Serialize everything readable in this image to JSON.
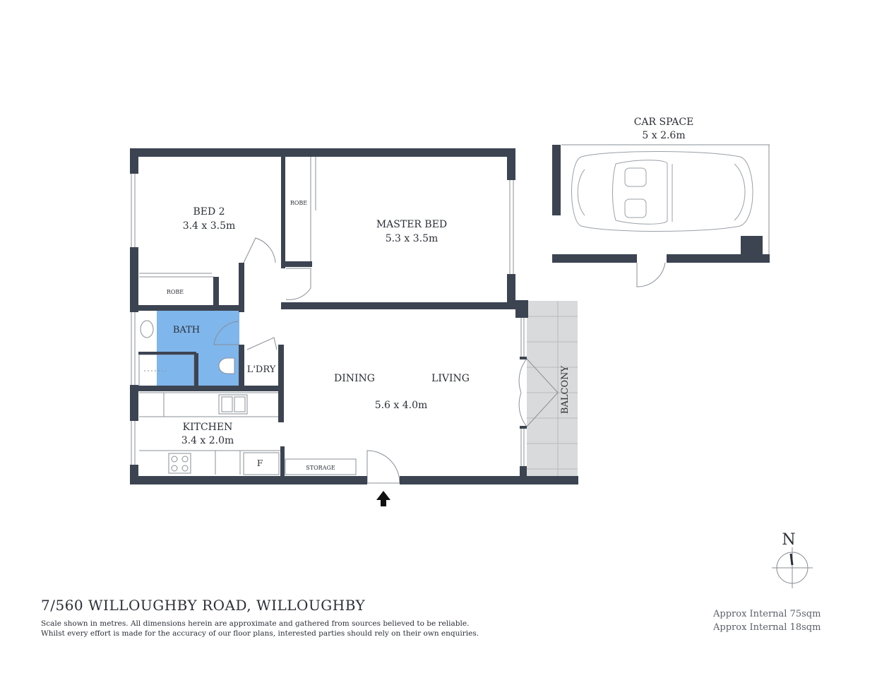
{
  "plan": {
    "colors": {
      "wall": "#3c4452",
      "bath": "#7fb6ec",
      "balcony": "#d9dadb",
      "line": "#8a8f96"
    },
    "rooms": {
      "bed2": {
        "name": "BED 2",
        "size": "3.4 x 3.5m"
      },
      "master": {
        "name": "MASTER BED",
        "size": "5.3 x 3.5m"
      },
      "robe_master": "ROBE",
      "robe_bed2": "ROBE",
      "bath": "BATH",
      "laundry": "L'DRY",
      "dining": "DINING",
      "living": "LIVING",
      "living_size": "5.6 x 4.0m",
      "balcony": "BALCONY",
      "kitchen": {
        "name": "KITCHEN",
        "size": "3.4 x 2.0m"
      },
      "fridge": "F",
      "storage": "STORAGE",
      "car": {
        "name": "CAR SPACE",
        "size": "5 x 2.6m"
      }
    },
    "compass": {
      "label": "N",
      "icon": "compass-icon"
    },
    "entry_icon": "arrow-up-icon"
  },
  "footer": {
    "address": "7/560 WILLOUGHBY ROAD, WILLOUGHBY",
    "disclaimer_line1": "Scale shown in metres. All dimensions herein are approximate and gathered from sources believed to be  reliable.",
    "disclaimer_line2": "Whilst every effort is made for the accuracy of our floor plans, interested parties should rely on their own enquiries.",
    "area_internal_1": "Approx Internal 75sqm",
    "area_internal_2": "Approx Internal 18sqm"
  }
}
